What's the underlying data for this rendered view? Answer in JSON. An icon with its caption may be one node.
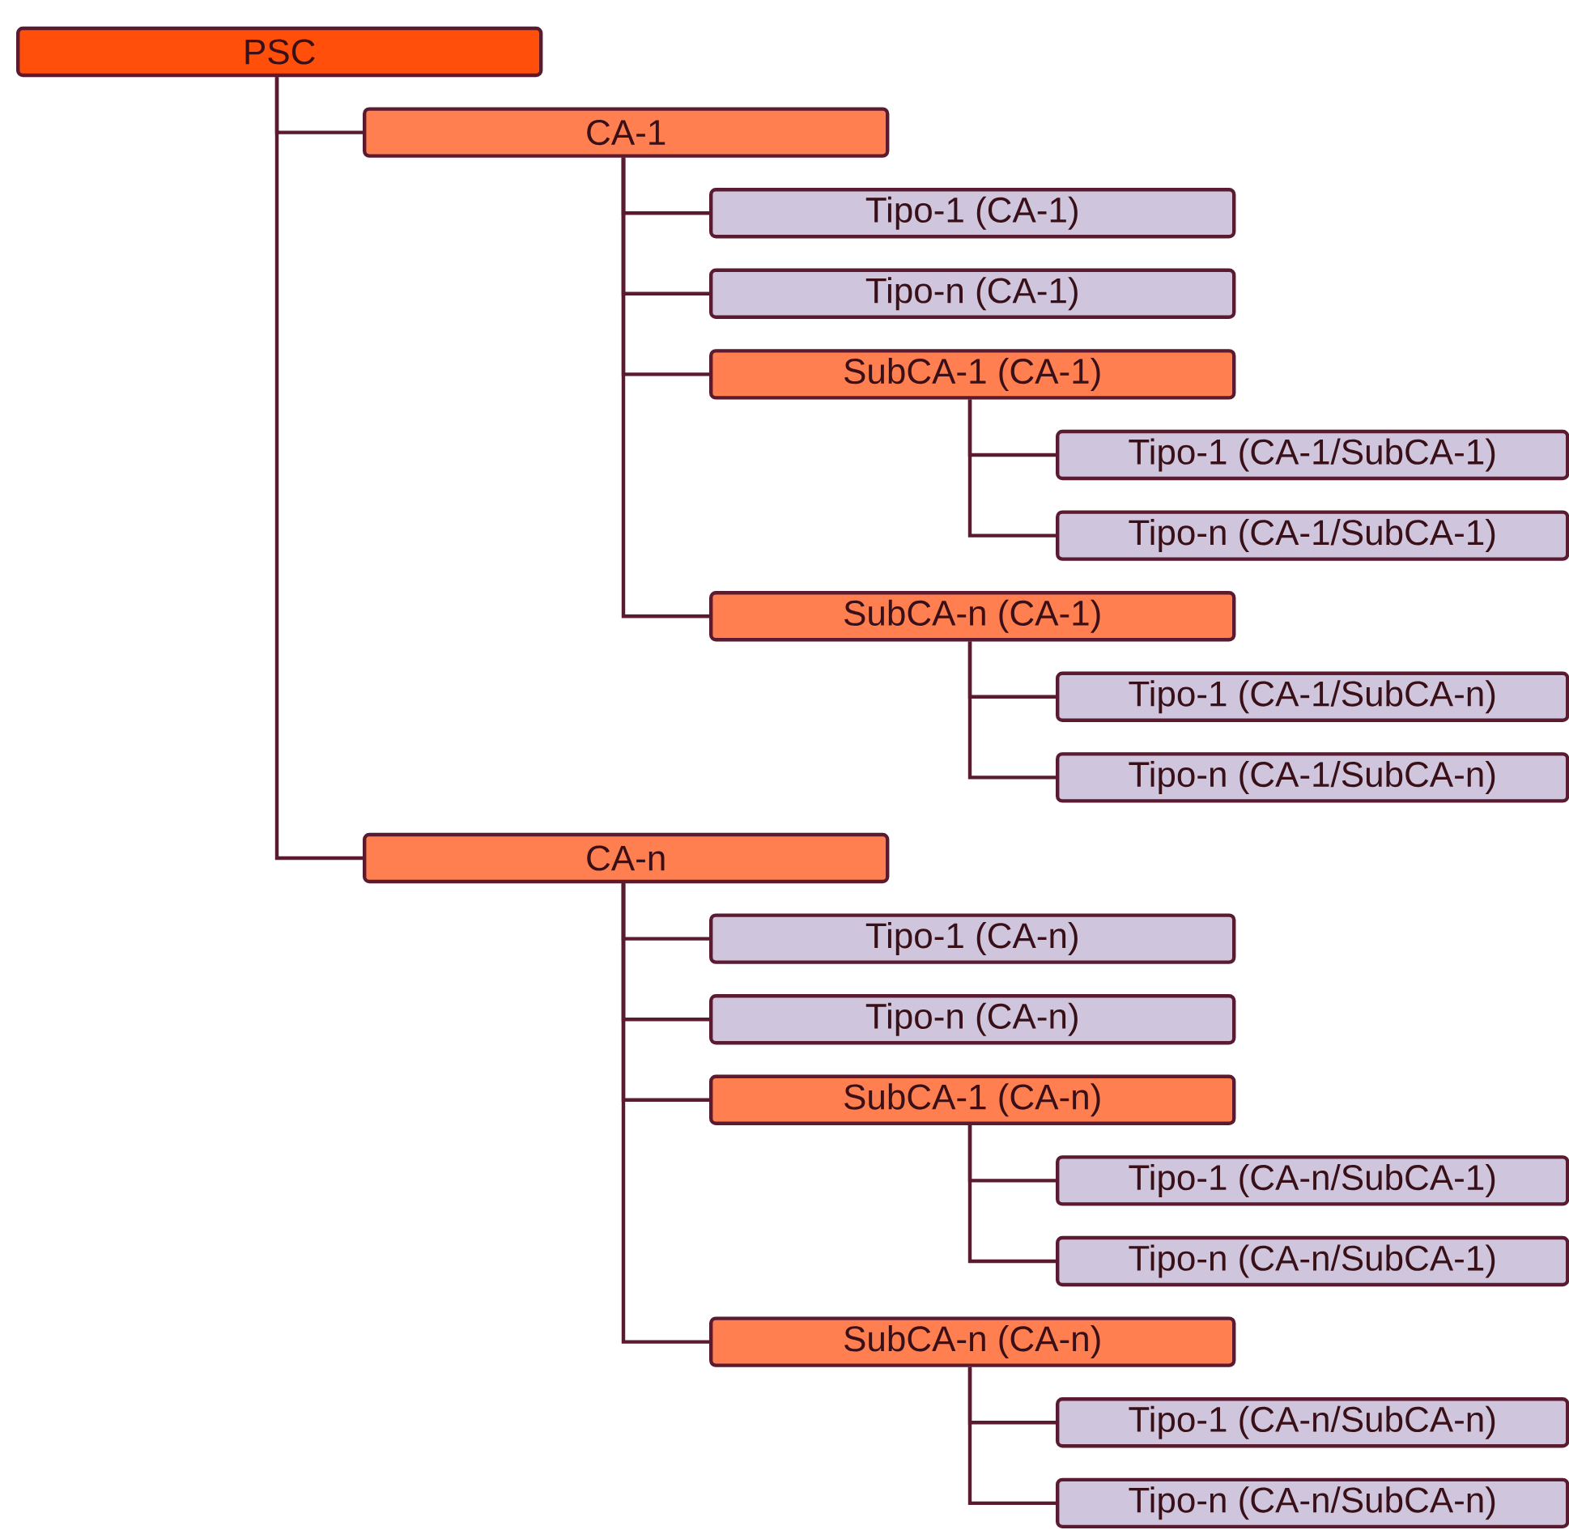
{
  "diagram": {
    "nodes": [
      {
        "text": [
          "PSC"
        ]
      },
      {
        "text": [
          "CA-1"
        ]
      },
      {
        "text": [
          "Tipo-1 (CA-1)"
        ]
      },
      {
        "text": [
          "Tipo-n (CA-1)"
        ]
      },
      {
        "text": [
          "SubCA-1 (CA-1)"
        ]
      },
      {
        "text": [
          "Tipo-1 (CA-1/SubCA-1)"
        ]
      },
      {
        "text": [
          "Tipo-n (CA-1/SubCA-1)"
        ]
      },
      {
        "text": [
          "SubCA-n (CA-1)"
        ]
      },
      {
        "text": [
          "Tipo-1 (CA-1/SubCA-n)"
        ]
      },
      {
        "text": [
          "Tipo-n (CA-1/SubCA-n)"
        ]
      },
      {
        "text": [
          "CA-n"
        ]
      },
      {
        "text": [
          "Tipo-1 (CA-n)"
        ]
      },
      {
        "text": [
          "Tipo-n (CA-n)"
        ]
      },
      {
        "text": [
          "SubCA-1 (CA-n)"
        ]
      },
      {
        "text": [
          "Tipo-1 (CA-n/SubCA-1)"
        ]
      },
      {
        "text": [
          "Tipo-n (CA-n/SubCA-1)"
        ]
      },
      {
        "text": [
          "SubCA-n (CA-n)"
        ]
      },
      {
        "text": [
          "Tipo-1 (CA-n/SubCA-n)"
        ]
      },
      {
        "text": [
          "Tipo-n (CA-n/SubCA-n)"
        ]
      }
    ],
    "edges": [
      {
        "from": 0,
        "to": 1,
        "arrow": "none"
      },
      {
        "from": 1,
        "to": 2,
        "arrow": "none"
      },
      {
        "from": 1,
        "to": 3,
        "arrow": "none"
      },
      {
        "from": 1,
        "to": 4,
        "arrow": "none"
      },
      {
        "from": 4,
        "to": 5,
        "arrow": "none"
      },
      {
        "from": 4,
        "to": 6,
        "arrow": "none"
      },
      {
        "from": 1,
        "to": 7,
        "arrow": "none"
      },
      {
        "from": 7,
        "to": 8,
        "arrow": "none"
      },
      {
        "from": 7,
        "to": 9,
        "arrow": "none"
      },
      {
        "from": 0,
        "to": 10,
        "arrow": "none"
      },
      {
        "from": 10,
        "to": 11,
        "arrow": "none"
      },
      {
        "from": 10,
        "to": 12,
        "arrow": "none"
      },
      {
        "from": 10,
        "to": 13,
        "arrow": "none"
      },
      {
        "from": 13,
        "to": 14,
        "arrow": "none"
      },
      {
        "from": 13,
        "to": 15,
        "arrow": "none"
      },
      {
        "from": 10,
        "to": 16,
        "arrow": "none"
      },
      {
        "from": 16,
        "to": 17,
        "arrow": "none"
      },
      {
        "from": 16,
        "to": 18,
        "arrow": "none"
      }
    ]
  }
}
